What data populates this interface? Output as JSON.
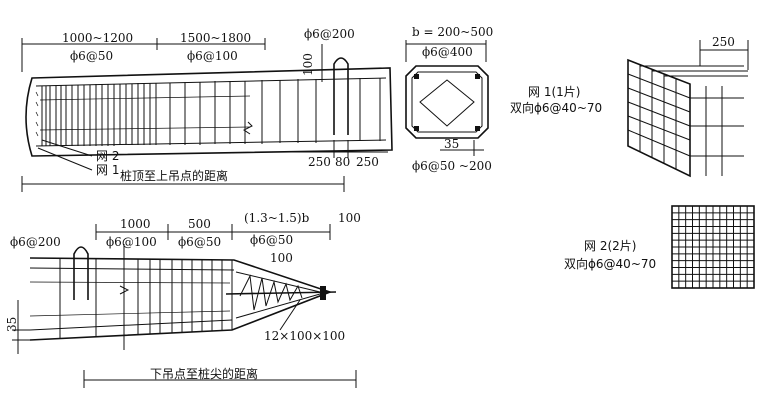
{
  "top_pile": {
    "dim_1000_1200": "1000~1200",
    "dim_1500_1800": "1500~1800",
    "spacing_50": "ϕ6@50",
    "spacing_100": "ϕ6@100",
    "spacing_200": "ϕ6@200",
    "dim_100_vertical": "100",
    "dim_250_left": "250",
    "dim_80": "80",
    "dim_250_right": "250",
    "label_mesh2": "网 2",
    "label_mesh1": "网 1",
    "caption": "桩顶至上吊点的距离"
  },
  "section": {
    "b_range": "b = 200~500",
    "spacing_400": "ϕ6@400",
    "dim_35": "35",
    "spacing_50_200": "ϕ6@50 ~200"
  },
  "mesh1": {
    "title": "网 1(1片)",
    "spec": "双向ϕ6@40~70",
    "dim_250": "250"
  },
  "mesh2": {
    "title": "网 2(2片)",
    "spec": "双向ϕ6@40~70"
  },
  "bottom_pile": {
    "spacing_200": "ϕ6@200",
    "dim_1000": "1000",
    "spacing_100": "ϕ6@100",
    "dim_500": "500",
    "spacing_50a": "ϕ6@50",
    "dim_ratio": "(1.3~1.5)b",
    "spacing_50b": "ϕ6@50",
    "dim_100_a": "100",
    "dim_100_b": "100",
    "dim_35": "35",
    "plate_size": "12×100×100",
    "caption": "下吊点至桩尖的距离"
  }
}
